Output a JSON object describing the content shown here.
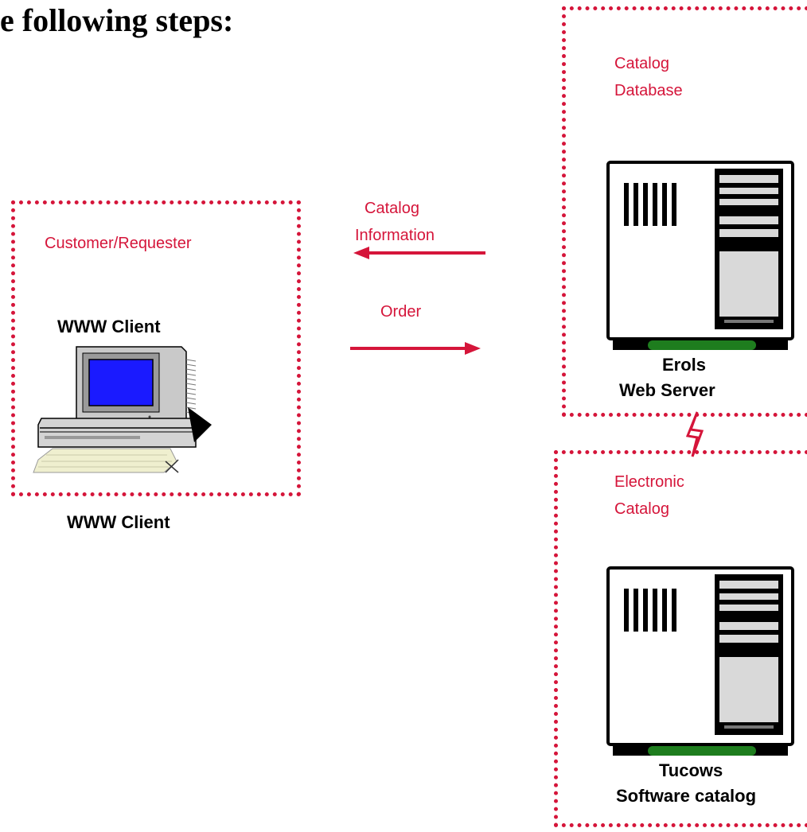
{
  "title": "e following steps:",
  "client": {
    "box_label": "Customer/Requester",
    "inner_label": "WWW Client",
    "caption": "WWW Client"
  },
  "arrows": {
    "catalog_info_line1": "Catalog",
    "catalog_info_line2": "Information",
    "order": "Order"
  },
  "web_server": {
    "box_label_line1": "Catalog",
    "box_label_line2": "Database",
    "name_line1": "Erols",
    "name_line2": "Web Server"
  },
  "catalog_server": {
    "box_label_line1": "Electronic",
    "box_label_line2": "Catalog",
    "name_line1": "Tucows",
    "name_line2": "Software catalog"
  },
  "colors": {
    "accent_red": "#d5153a",
    "screen_blue": "#1a1aff",
    "status_green": "#1e7d1e",
    "panel_gray": "#d9d9d9"
  }
}
